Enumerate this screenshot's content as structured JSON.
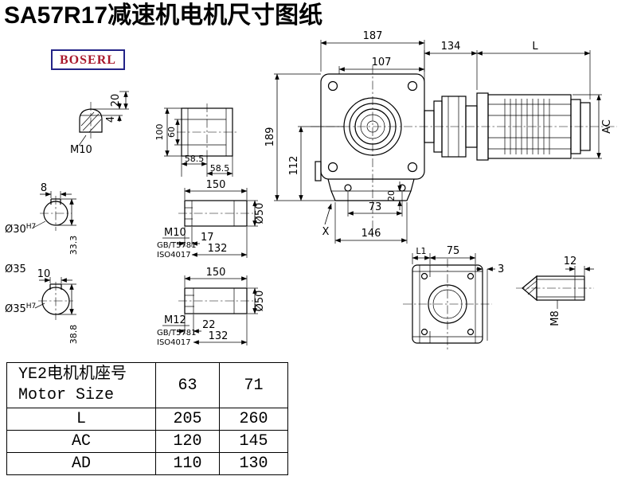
{
  "page": {
    "title": "SA57R17减速机电机尺寸图纸",
    "logo": "BOSERL"
  },
  "views": {
    "plug": {
      "d20": "20",
      "d4": "4",
      "m10": "M10"
    },
    "block": {
      "d100": "100",
      "d60": "60",
      "d585a": "58.5",
      "d585b": "58.5"
    },
    "main": {
      "d187": "187",
      "d107": "107",
      "d189": "189",
      "d112": "112",
      "d20": "20",
      "d73": "73",
      "d146": "146",
      "x": "X"
    },
    "motor": {
      "d134": "134",
      "L": "L",
      "AC": "AC"
    },
    "shaft30": {
      "d8": "8",
      "label": "Ø30",
      "tol": "H7",
      "d333": "33.3"
    },
    "shaft35": {
      "d10": "10",
      "label": "Ø35",
      "tol": "H7",
      "d388": "38.8",
      "d35": "Ø35"
    },
    "key1": {
      "d150": "150",
      "thread": "M10",
      "std1": "GB/T5781",
      "std2": "ISO4017",
      "d17": "17",
      "d132": "132",
      "d50": "Ø50"
    },
    "key2": {
      "d150": "150",
      "thread": "M12",
      "std1": "GB/T5781",
      "std2": "ISO4017",
      "d22": "22",
      "d132": "132",
      "d50": "Ø50"
    },
    "flange": {
      "L1": "L1",
      "d75": "75",
      "d3": "3"
    },
    "bolt": {
      "d12": "12",
      "m8": "M8"
    }
  },
  "table": {
    "header": {
      "line1": "YE2电机机座号",
      "line2": "Motor Size",
      "c1": "63",
      "c2": "71"
    },
    "rows": [
      {
        "label": "L",
        "c1": "205",
        "c2": "260"
      },
      {
        "label": "AC",
        "c1": "120",
        "c2": "145"
      },
      {
        "label": "AD",
        "c1": "110",
        "c2": "130"
      }
    ]
  }
}
